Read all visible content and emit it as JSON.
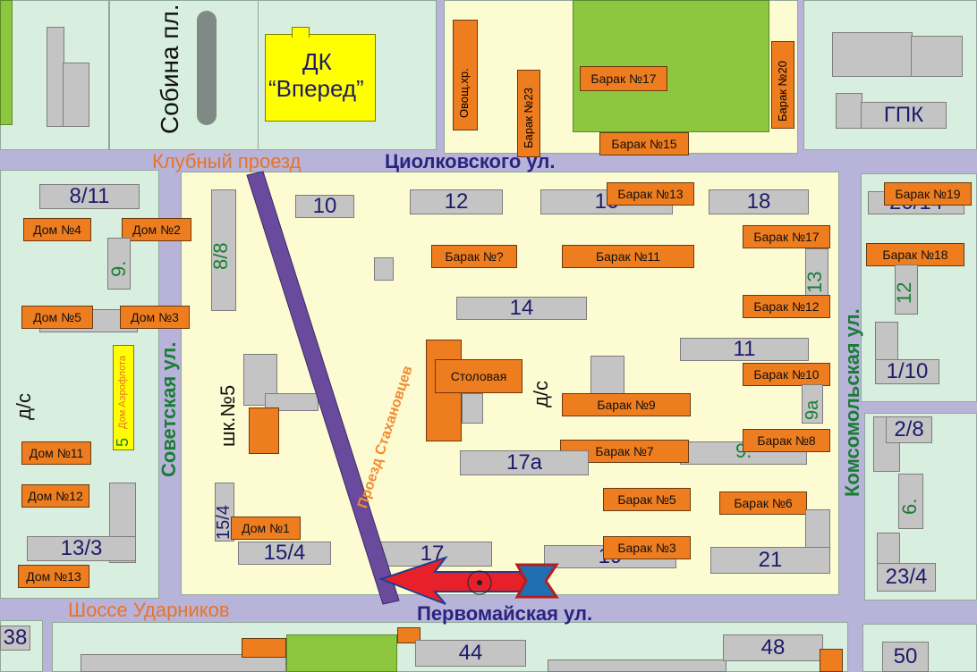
{
  "streets": {
    "klubny": "Клубный проезд",
    "tsiolkovskogo": "Циолковского ул.",
    "sobina": "Собина пл.",
    "sovetskaya": "Советская ул.",
    "komsomolskaya": "Комсомольская ул.",
    "stakhanovtsev": "Проезд Стахановцев",
    "shosse": "Шоссе Ударников",
    "pervomayskaya": "Первомайская ул."
  },
  "landmarks": {
    "dk_line1": "ДК",
    "dk_line2": "“Вперед”",
    "ovoshch": "Овощ.хр.",
    "gpk": "ГПК",
    "stolovaya": "Столовая",
    "school": "шк.№5",
    "ds_left": "д/с",
    "ds_center": "д/с",
    "dom_aeroflota_num": "5",
    "dom_aeroflota": "Дом Аэрофлота"
  },
  "barracks": {
    "b23": "Барак №23",
    "b17_top": "Барак №17",
    "b20": "Барак №20",
    "b15": "Барак №15",
    "b13": "Барак №13",
    "b19": "Барак №19",
    "b17_right": "Барак №17",
    "b18": "Барак №18",
    "bq": "Барак №?",
    "b11": "Барак №11",
    "b12": "Барак №12",
    "b10": "Барак №10",
    "b9": "Барак №9",
    "b8": "Барак №8",
    "b7": "Барак №7",
    "b5": "Барак №5",
    "b6": "Барак №6",
    "b3": "Барак №3"
  },
  "houses_orange": {
    "d4": "Дом №4",
    "d2": "Дом №2",
    "d5": "Дом №5",
    "d3": "Дом №3",
    "d11": "Дом №11",
    "d12": "Дом №12",
    "d13": "Дом №13",
    "d1": "Дом №1"
  },
  "building_numbers": {
    "n8_11": "8/11",
    "n9_left": "9.",
    "n13_3": "13/3",
    "n8_8": "8/8",
    "n15_4v": "15/4",
    "n15_4": "15/4",
    "n10": "10",
    "n12": "12",
    "n16": "16",
    "n18": "18",
    "n20_14": "20/14",
    "n14": "14",
    "n13": "13",
    "n11": "11",
    "n12_right": "12",
    "n1_10": "1/10",
    "n9a": "9а",
    "n17a": "17а",
    "n9": "9.",
    "n2_8": "2/8",
    "n6": "6.",
    "n21": "21",
    "n23_4": "23/4",
    "n17": "17",
    "n19": "19",
    "n38": "38",
    "n44": "44",
    "n48": "48",
    "n50": "50"
  },
  "colors": {
    "street": "#b8b3d8",
    "block": "#d8eedf",
    "square": "#fdfbd1",
    "building": "#c4c4c4",
    "barrack": "#ee7d1f",
    "park": "#8dc63f",
    "dk": "#ffff00",
    "route": "#6a4a9c",
    "arrow_red": "#e8202a",
    "arrow_blue": "#1f6fb2"
  }
}
